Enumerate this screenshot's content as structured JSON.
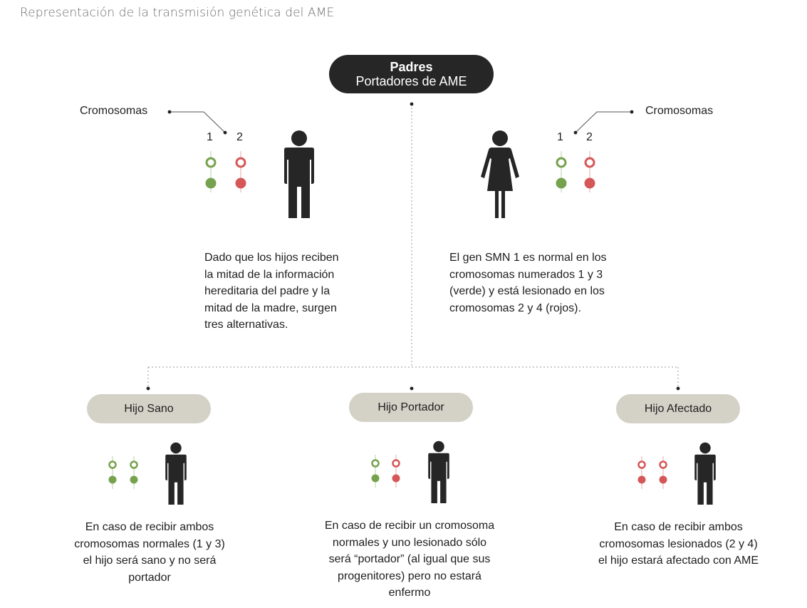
{
  "caption": "Representación de la transmisión genética del AME",
  "parents": {
    "title": "Padres",
    "subtitle": "Portadores de AME"
  },
  "chromosomes_label": "Cromosomas",
  "father": {
    "numbers": [
      "1",
      "2"
    ],
    "text": [
      "Dado que los hijos reciben",
      "la mitad de la información",
      "hereditaria del padre y la",
      "mitad de la madre, surgen",
      "tres alternativas."
    ]
  },
  "mother": {
    "numbers": [
      "1",
      "2"
    ],
    "text": [
      "El gen SMN 1 es normal en los",
      "cromosomas numerados 1 y 3",
      "(verde) y está lesionado en los",
      "cromosomas 2 y 4 (rojos)."
    ]
  },
  "children": [
    {
      "label": "Hijo Sano",
      "text": [
        "En caso de recibir ambos",
        "cromosomas normales (1 y 3)",
        "el hijo será sano y no será",
        "portador"
      ]
    },
    {
      "label": "Hijo Portador",
      "text": [
        "En caso de recibir un cromosoma",
        "normales y uno lesionado sólo",
        "será “portador” (al igual que sus",
        "progenitores) pero no estará",
        "enfermo"
      ]
    },
    {
      "label": "Hijo Afectado",
      "text": [
        "En caso de recibir ambos",
        "cromosomas lesionados (2 y 4)",
        "el hijo estará afectado con AME"
      ]
    }
  ],
  "colors": {
    "normal": "#76a24e",
    "lesioned": "#d55757",
    "dark": "#262626",
    "pill": "#d4d1c7"
  },
  "icons": [
    "male-figure-icon",
    "female-figure-icon",
    "chromosome-icon"
  ]
}
